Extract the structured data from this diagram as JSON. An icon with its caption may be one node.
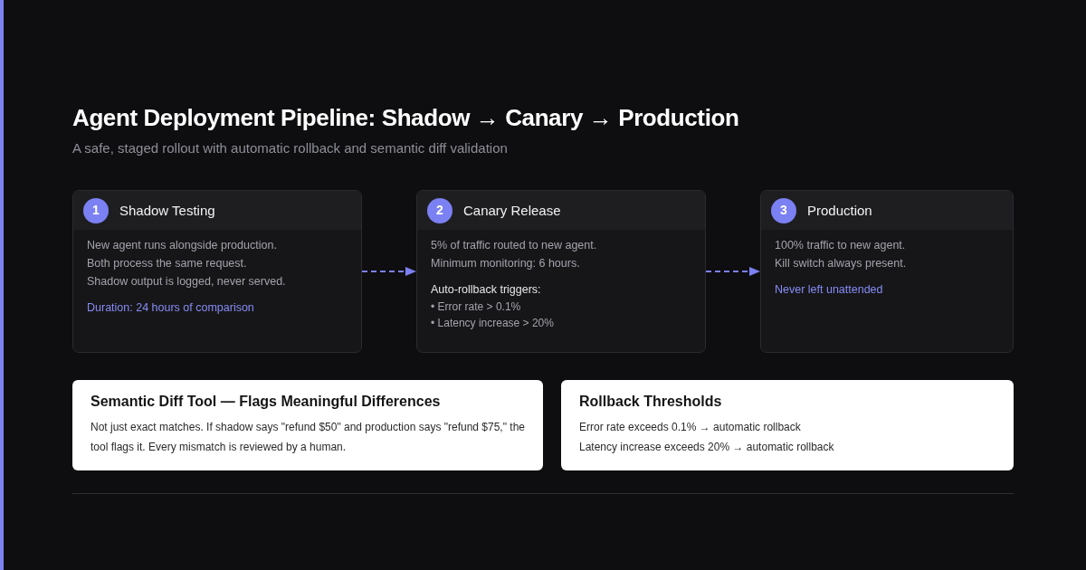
{
  "diagram": {
    "title": "Agent Deployment Pipeline: Shadow → Canary → Production",
    "nodes": [
      {
        "text": [
          "Shadow Testing",
          "New agent runs alongside production.",
          "Both process the same request.",
          "Shadow output is logged, never served.",
          "Duration: 24 hours of comparison"
        ]
      },
      {
        "text": [
          "1"
        ],
        "in": 0
      },
      {
        "text": [
          "Canary Release",
          "5% of traffic routed to new agent.",
          "Minimum monitoring: 6 hours.",
          "Auto-rollback triggers:",
          "• Error rate > 0.1%",
          "• Latency increase > 20%"
        ]
      },
      {
        "text": [
          "2"
        ],
        "in": 2
      },
      {
        "text": [
          "Production",
          "100% traffic to new agent.",
          "Kill switch always present.",
          "Never left unattended"
        ]
      },
      {
        "text": [
          "3"
        ],
        "in": 4
      },
      {
        "text": [
          "Semantic Diff Tool — Flags Meaningful Differences",
          "Not just exact matches. If shadow says \"refund $50\" and production says \"refund $75,\" the tool flags it. Every mismatch is reviewed by a human."
        ]
      },
      {
        "text": [
          "Rollback Thresholds",
          "Error rate exceeds 0.1% → automatic rollback",
          "Latency increase exceeds 20% → automatic rollback"
        ]
      }
    ],
    "edges": [
      {
        "from": 0,
        "to": 2,
        "arrow": "to",
        "style": "dashed"
      },
      {
        "from": 2,
        "to": 4,
        "arrow": "to",
        "style": "dashed"
      }
    ],
    "labels": [
      "A safe, staged rollout with automatic rollback and semantic diff validation"
    ]
  }
}
